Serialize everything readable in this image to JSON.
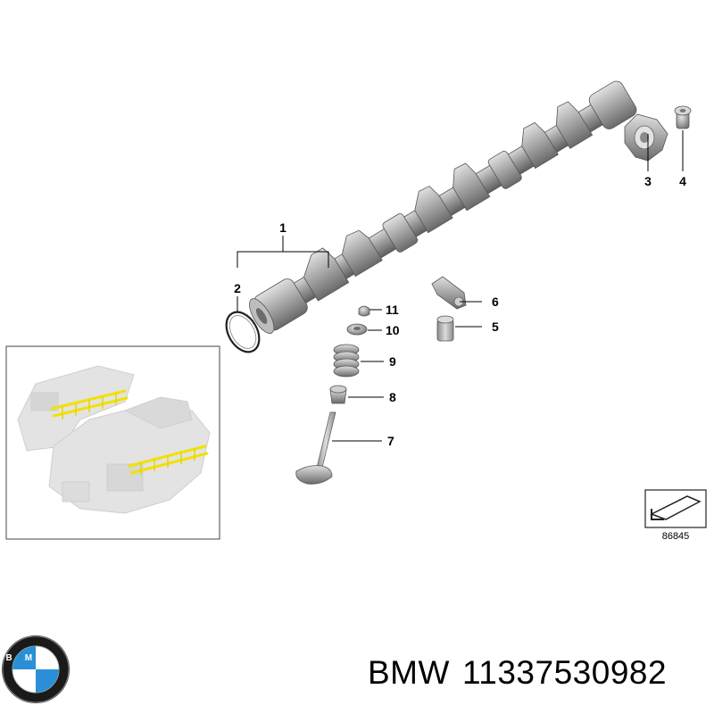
{
  "callouts": {
    "c1": "1",
    "c2": "2",
    "c3": "3",
    "c4": "4",
    "c5": "5",
    "c6": "6",
    "c7": "7",
    "c8": "8",
    "c9": "9",
    "c10": "10",
    "c11": "11"
  },
  "reference_number": "86845",
  "footer": {
    "brand": "BMW",
    "part_number": "11337530982"
  },
  "logo": {
    "letters": "BMW"
  },
  "colors": {
    "part_gray": "#9a9a9a",
    "part_dark": "#6e6e6e",
    "highlight_yellow": "#f2e200",
    "bmw_blue": "#2a8fd6",
    "bmw_ring": "#1a1a1a"
  }
}
